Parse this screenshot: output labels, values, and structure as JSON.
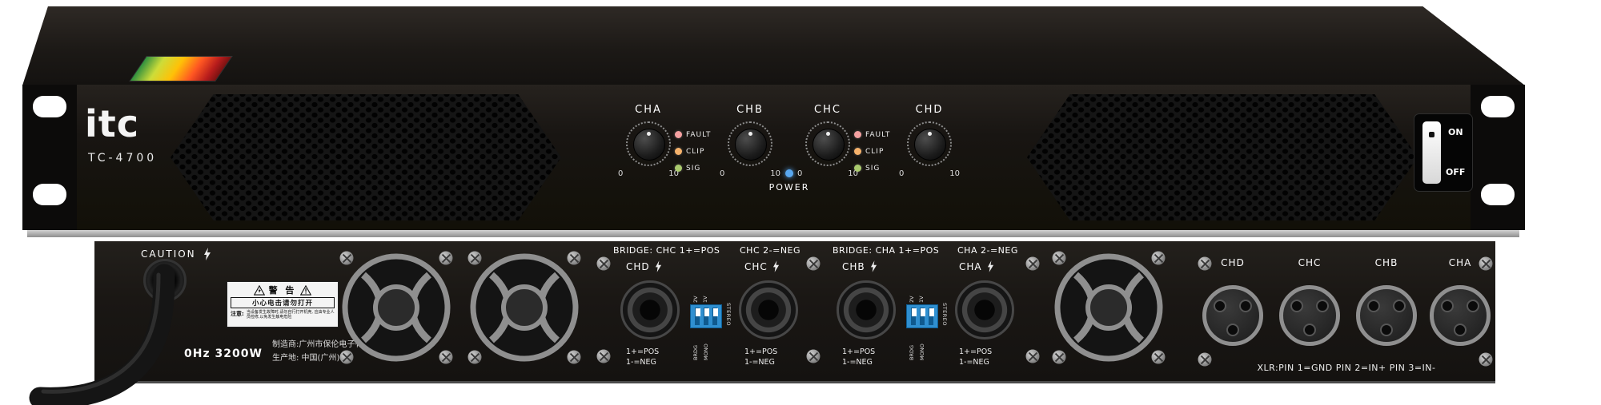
{
  "front": {
    "brand": "itc",
    "model": "TC-4700",
    "power_label": "POWER",
    "power_led_color": "#59a8f0",
    "switch": {
      "on": "ON",
      "off": "OFF"
    },
    "channels": [
      {
        "label": "CHA",
        "scale_min": "0",
        "scale_max": "10"
      },
      {
        "label": "CHB",
        "scale_min": "0",
        "scale_max": "10"
      },
      {
        "label": "CHC",
        "scale_min": "0",
        "scale_max": "10"
      },
      {
        "label": "CHD",
        "scale_min": "0",
        "scale_max": "10"
      }
    ],
    "led_labels": {
      "fault": "FAULT",
      "clip": "CLIP",
      "sig": "SIG"
    },
    "led_colors": {
      "fault": "#f4a0a0",
      "clip": "#f6b26b",
      "sig": "#aacb6d"
    }
  },
  "rear": {
    "caution_label": "CAUTION",
    "warning": {
      "title": "警 告",
      "subtitle": "小心电击请勿打开",
      "note_label": "注意:",
      "note_text": "当设备发生故障时,请勿自行打开机壳, 应由专业人员检修,以免发生触电危险"
    },
    "maker_line1": "制造商:广州市保伦电子有限公司",
    "maker_line2": "生产地: 中国(广州)",
    "power_spec": "0Hz 3200W",
    "speakon_groups": [
      {
        "bridge_left": "BRIDGE: CHC 1+=POS",
        "bridge_right": "CHC 2-=NEG",
        "channels": [
          {
            "label": "CHD",
            "pos": "1+=POS",
            "neg": "1-=NEG"
          },
          {
            "label": "CHC",
            "pos": "1+=POS",
            "neg": "1-=NEG"
          }
        ]
      },
      {
        "bridge_left": "BRIDGE: CHA 1+=POS",
        "bridge_right": "CHA 2-=NEG",
        "channels": [
          {
            "label": "CHB",
            "pos": "1+=POS",
            "neg": "1-=NEG"
          },
          {
            "label": "CHA",
            "pos": "1+=POS",
            "neg": "1-=NEG"
          }
        ]
      }
    ],
    "dip_labels": {
      "v2": "2V",
      "v1": "1V",
      "stereo": "STEREO",
      "brdg": "BRDG",
      "mono": "MONO"
    },
    "xlr_channels": [
      "CHD",
      "CHC",
      "CHB",
      "CHA"
    ],
    "xlr_note": "XLR:PIN 1=GND PIN 2=IN+ PIN 3=IN-"
  }
}
